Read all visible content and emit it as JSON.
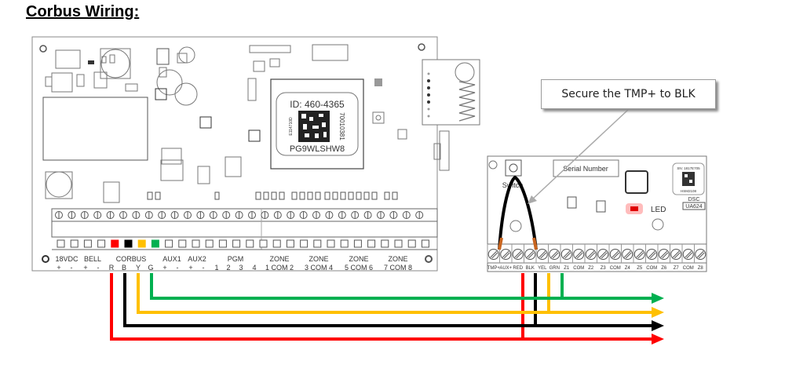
{
  "title": "Corbus Wiring:",
  "callout": {
    "text": "Secure the TMP+ to BLK"
  },
  "main_panel": {
    "chip_label": {
      "id": "ID: 460-4365",
      "model": "PG9WLSHW8",
      "side_left": "E114710D",
      "side_right": "70010381"
    },
    "terminal_groups": [
      {
        "group": "18VDC",
        "terms": [
          "+",
          "-"
        ]
      },
      {
        "group": "BELL",
        "terms": [
          "+",
          "-"
        ]
      },
      {
        "group": "CORBUS",
        "terms": [
          "R",
          "B",
          "Y",
          "G"
        ]
      },
      {
        "group": "AUX1",
        "terms": [
          "+",
          "-"
        ]
      },
      {
        "group": "AUX2",
        "terms": [
          "+",
          "-"
        ]
      },
      {
        "group": "PGM",
        "terms": [
          "1",
          "2",
          "3",
          "4"
        ]
      },
      {
        "group": "ZONE",
        "terms": [
          "1",
          "COM",
          "2"
        ]
      },
      {
        "group": "ZONE",
        "terms": [
          "3",
          "COM",
          "4"
        ]
      },
      {
        "group": "ZONE",
        "terms": [
          "5",
          "COM",
          "6"
        ]
      },
      {
        "group": "ZONE",
        "terms": [
          "7",
          "COM",
          "8"
        ]
      }
    ],
    "row1": {
      "g18": "18VDC",
      "bell": "BELL",
      "corbus": "CORBUS",
      "aux1": "AUX1",
      "aux2": "AUX2",
      "pgm": "PGM",
      "z1": "ZONE",
      "z2": "ZONE",
      "z3": "ZONE",
      "z4": "ZONE"
    },
    "row2": [
      "+",
      "-",
      "+",
      "-",
      "R",
      "B",
      "Y",
      "G",
      "+",
      "-",
      "+",
      "-",
      "1",
      "2",
      "3",
      "4",
      "1 COM 2",
      "3 COM 4",
      "5 COM 6",
      "7 COM 8"
    ]
  },
  "module": {
    "switch_label": "Switch",
    "serial_label": "Serial Number",
    "led_label": "LED",
    "brand": "DSC",
    "model_box": "UA624",
    "sn_text": "SN: 1817E705",
    "hsm": "HSM2108",
    "terminals": [
      "TMP+",
      "AUX+",
      "RED",
      "BLK",
      "YEL",
      "GRN",
      "Z1",
      "COM",
      "Z2",
      "Z3",
      "COM",
      "Z4",
      "Z5",
      "COM",
      "Z6",
      "Z7",
      "COM",
      "Z8"
    ]
  },
  "wires": [
    {
      "name": "red",
      "color": "#ff0000"
    },
    {
      "name": "black",
      "color": "#000000"
    },
    {
      "name": "yellow",
      "color": "#ffc000"
    },
    {
      "name": "green",
      "color": "#00b050"
    }
  ],
  "colors": {
    "led": "#e00000",
    "jumper_tip": "#c8641e"
  }
}
